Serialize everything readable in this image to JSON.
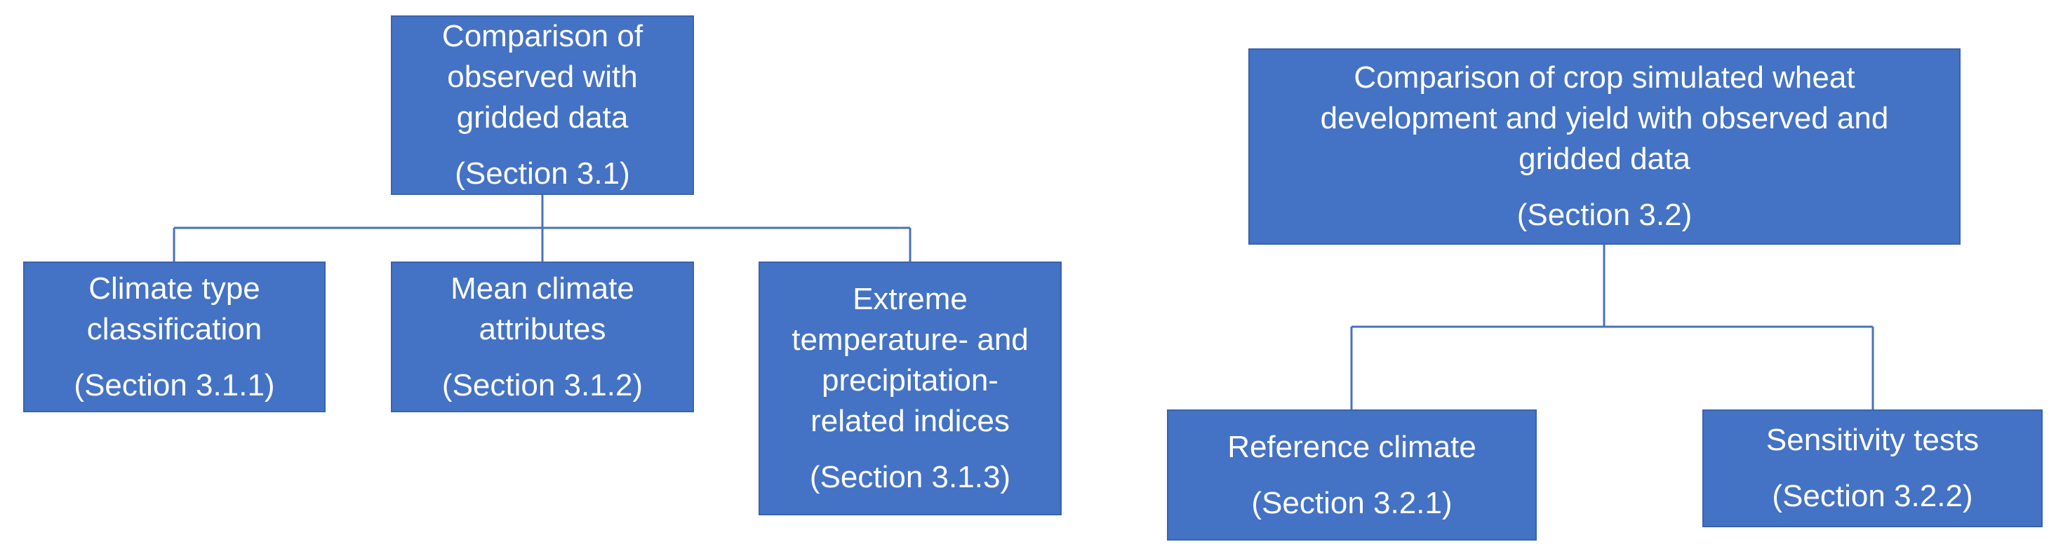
{
  "diagram": {
    "left_tree": {
      "root": {
        "title": "Comparison of\nobserved with\ngridded data",
        "section": "(Section 3.1)"
      },
      "children": [
        {
          "title": "Climate type\nclassification",
          "section": "(Section 3.1.1)"
        },
        {
          "title": "Mean climate\nattributes",
          "section": "(Section 3.1.2)"
        },
        {
          "title": "Extreme\ntemperature- and\nprecipitation-\nrelated indices",
          "section": "(Section 3.1.3)"
        }
      ]
    },
    "right_tree": {
      "root": {
        "title": "Comparison of crop simulated wheat\ndevelopment and yield with observed and\ngridded data",
        "section": "(Section 3.2)"
      },
      "children": [
        {
          "title": "Reference climate",
          "section": "(Section 3.2.1)"
        },
        {
          "title": "Sensitivity tests",
          "section": "(Section 3.2.2)"
        }
      ]
    },
    "colors": {
      "box_fill": "#4472c4",
      "box_border": "#3a63ad",
      "connector": "#4a72b8",
      "text": "#ffffff"
    }
  }
}
